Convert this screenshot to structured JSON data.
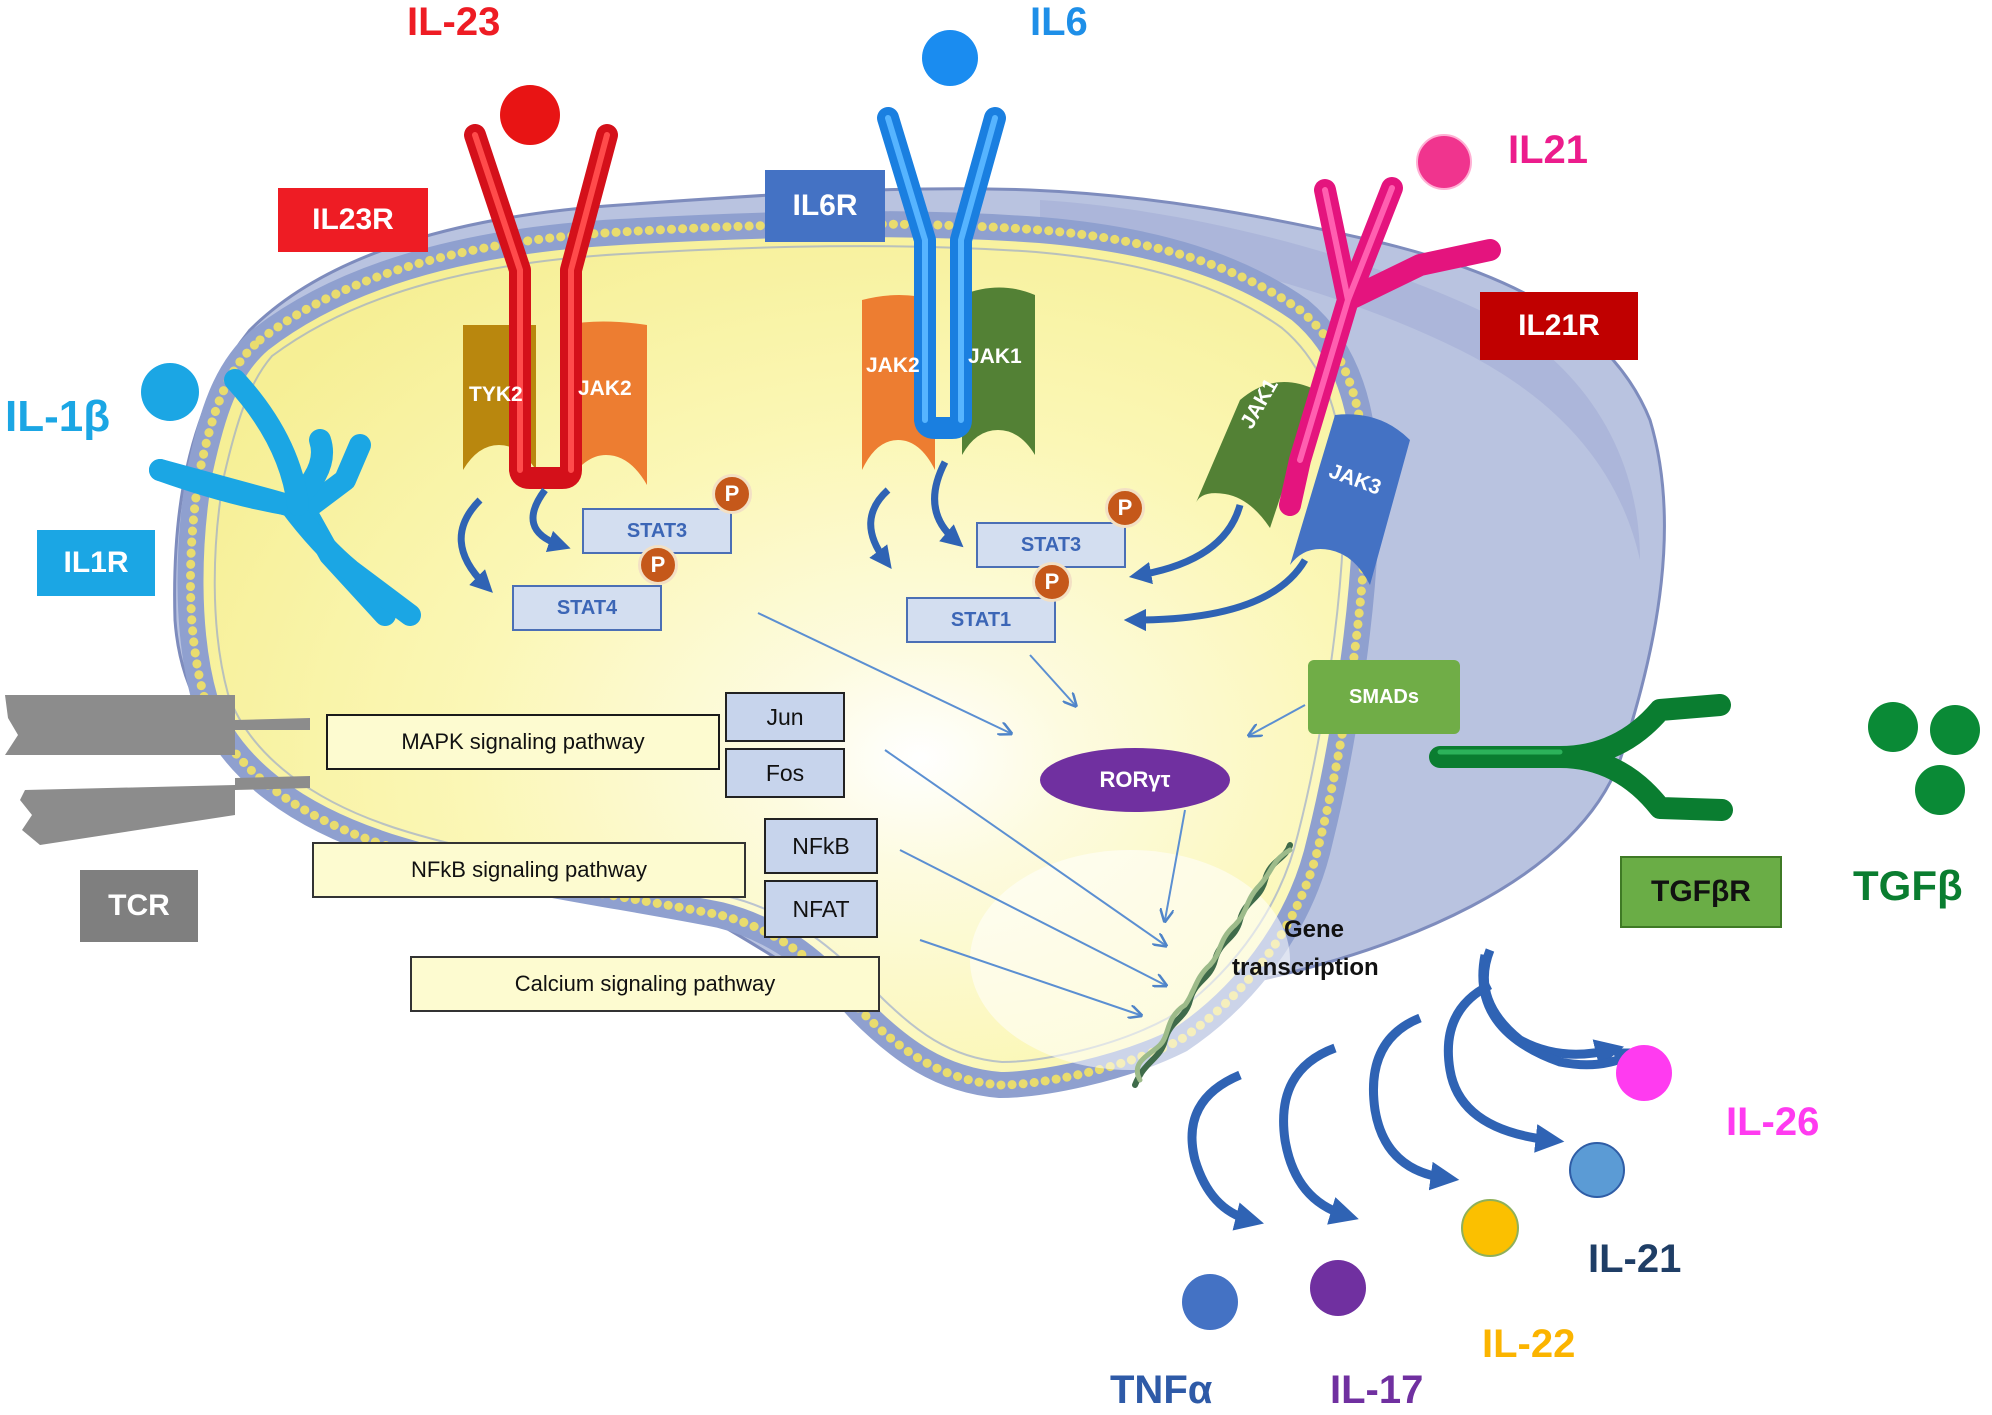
{
  "colors": {
    "il23": "#ee1c24",
    "il6": "#1e8fe8",
    "il21": "#ec1c8c",
    "il1b": "#1ba6e4",
    "tgfb": "#0a7d30",
    "tcr": "#808080",
    "cytoplasm": "#fbf7b8",
    "nucleus_bg": "#b9c3e0",
    "rorgt": "#6b2fa0",
    "smads": "#6aad46"
  },
  "ligands": {
    "il23": "IL-23",
    "il6": "IL6",
    "il21": "IL21",
    "il1b": "IL-1β",
    "tgfb": "TGFβ"
  },
  "receptors": {
    "il23r": "IL23R",
    "il6r": "IL6R",
    "il21r": "IL21R",
    "il1r": "IL1R",
    "tcr": "TCR",
    "tgfbr": "TGFβR"
  },
  "kinases": {
    "tyk2": "TYK2",
    "jak2_a": "JAK2",
    "jak2_b": "JAK2",
    "jak1_a": "JAK1",
    "jak1_b": "JAK1",
    "jak3": "JAK3"
  },
  "stats": {
    "stat3_a": "STAT3",
    "stat4": "STAT4",
    "stat3_b": "STAT3",
    "stat1": "STAT1",
    "phospho": "P"
  },
  "pathways": {
    "mapk": "MAPK signaling pathway",
    "nfkb": "NFkB signaling pathway",
    "calcium": "Calcium signaling pathway"
  },
  "factors": {
    "jun": "Jun",
    "fos": "Fos",
    "nfkb": "NFkB",
    "nfat": "NFAT",
    "smads": "SMADs",
    "rorgt": "RORγτ"
  },
  "gene": {
    "line1": "Gene",
    "line2": "transcription"
  },
  "outputs": {
    "tnfa": "TNFα",
    "il17": "IL-17",
    "il22": "IL-22",
    "il21": "IL-21",
    "il26": "IL-26"
  }
}
